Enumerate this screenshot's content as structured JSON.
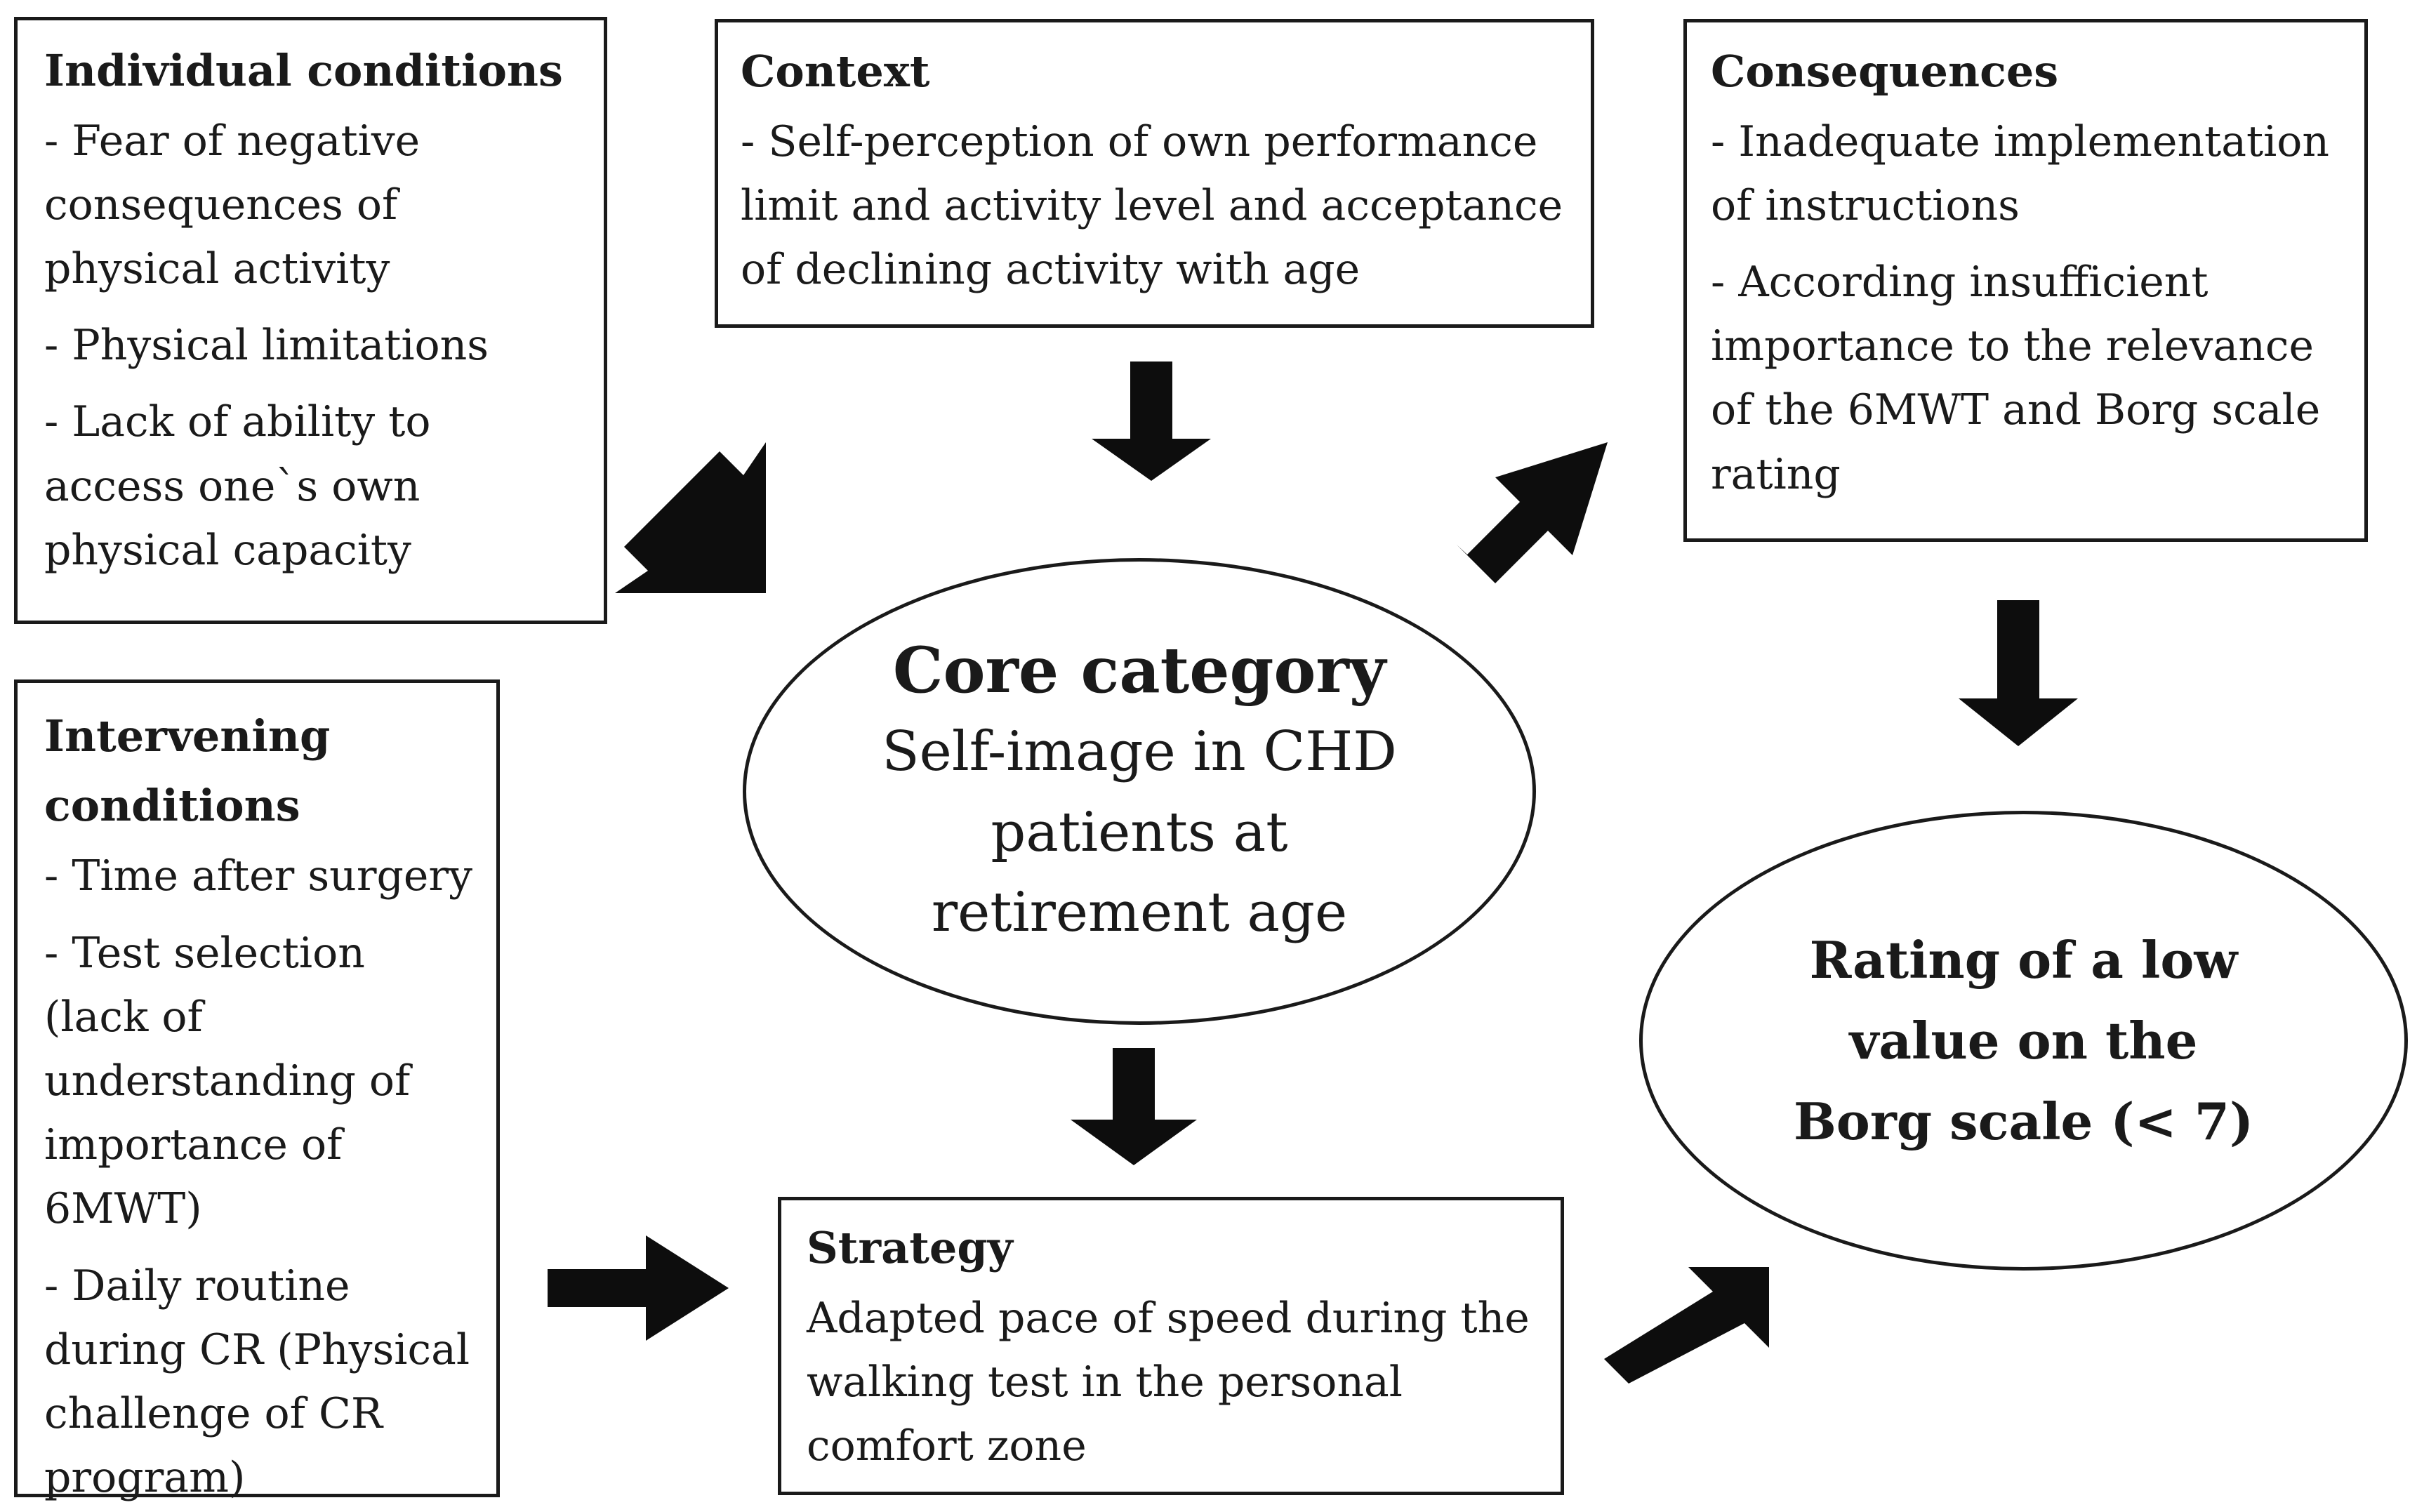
{
  "individual": {
    "title": "Individual conditions",
    "items": [
      "- Fear of negative consequences of physical activity",
      "- Physical limitations",
      "- Lack of ability to access one`s own physical capacity"
    ]
  },
  "context": {
    "title": "Context",
    "items": [
      "- Self-perception of own performance limit and activity level and acceptance of declining activity with age"
    ]
  },
  "consequences": {
    "title": "Consequences",
    "items": [
      "- Inadequate implementation of instructions",
      "- According insufficient importance to the relevance of the 6MWT and Borg scale rating"
    ]
  },
  "intervening": {
    "title": "Intervening conditions",
    "items": [
      "- Time after surgery",
      "- Test selection (lack of understanding of importance of 6MWT)",
      "- Daily routine during CR (Physical challenge of CR program)"
    ]
  },
  "strategy": {
    "title": "Strategy",
    "text": "Adapted pace of speed during the walking test in the personal comfort zone"
  },
  "core": {
    "title": "Core category",
    "subtitle": "Self-image in CHD patients at retirement age"
  },
  "result": {
    "text": "Rating of a low value on the Borg scale (< 7)"
  }
}
